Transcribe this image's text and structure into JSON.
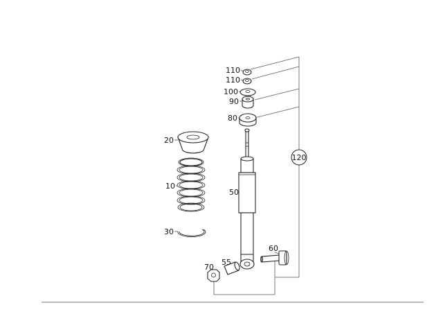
{
  "callouts": {
    "p110a": "110",
    "p110b": "110",
    "p100": "100",
    "p90": "90",
    "p80": "80",
    "p20": "20",
    "p10": "10",
    "p50": "50",
    "p30": "30",
    "p60": "60",
    "p55": "55",
    "p70": "70",
    "p120": "120"
  }
}
